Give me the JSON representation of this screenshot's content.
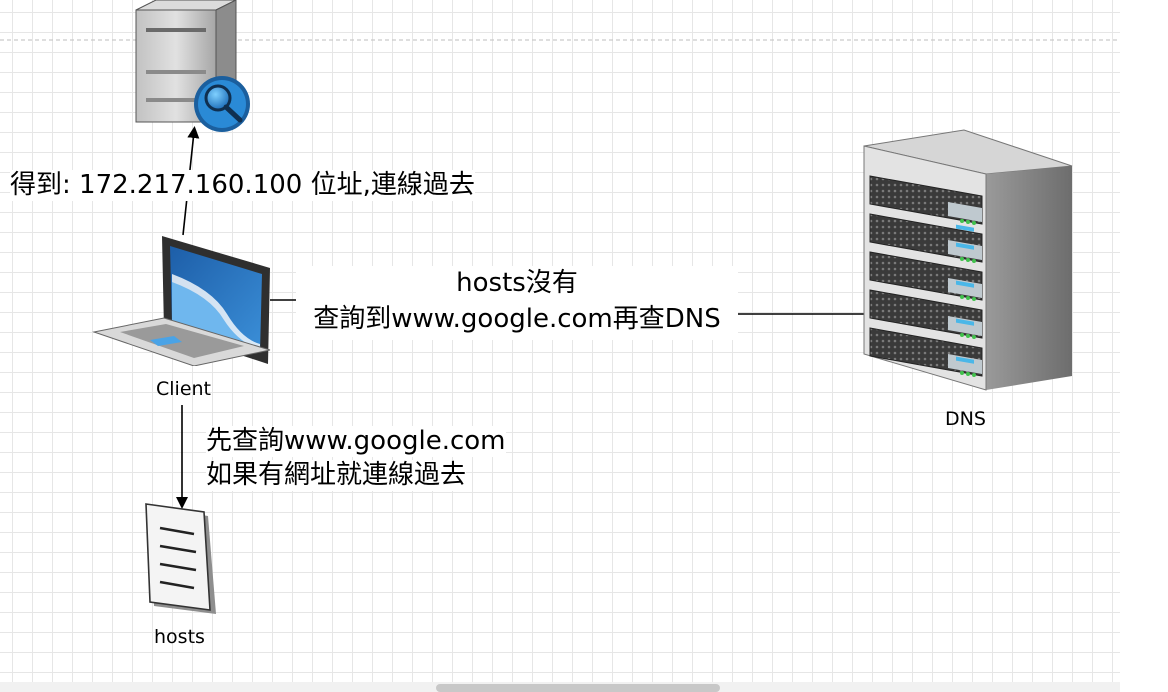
{
  "diagram": {
    "labels": {
      "result": "得到: 172.217.160.100 位址,連線過去",
      "query_dns_line1": "hosts沒有",
      "query_dns_line2": "查詢到www.google.com再查DNS",
      "client": "Client",
      "hosts_query_line1": "先查詢www.google.com",
      "hosts_query_line2": "如果有網址就連線過去",
      "dns": "DNS",
      "hosts": "hosts"
    },
    "nodes": [
      {
        "id": "web-server",
        "icon": "web-server-search-icon"
      },
      {
        "id": "client",
        "icon": "laptop-icon"
      },
      {
        "id": "dns",
        "icon": "server-rack-icon"
      },
      {
        "id": "hosts",
        "icon": "document-icon"
      }
    ],
    "edges": [
      {
        "from": "client",
        "to": "web-server",
        "style": "arrow"
      },
      {
        "from": "client",
        "to": "dns",
        "style": "line"
      },
      {
        "from": "client",
        "to": "hosts",
        "style": "arrow"
      }
    ]
  }
}
